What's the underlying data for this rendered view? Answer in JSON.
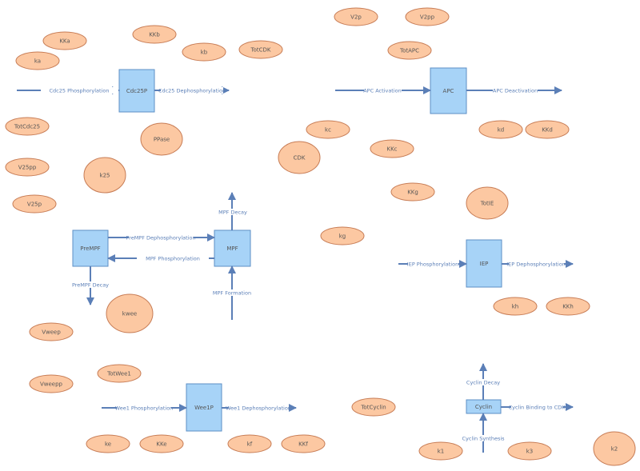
{
  "parameters": {
    "KKa": "KKa",
    "ka": "ka",
    "KKb": "KKb",
    "kb": "kb",
    "TotCDK": "TotCDK",
    "V2p": "V2p",
    "V2pp": "V2pp",
    "TotAPC": "TotAPC",
    "TotCdc25": "TotCdc25",
    "PPase": "PPase",
    "kc": "kc",
    "CDK": "CDK",
    "KKc": "KKc",
    "kd": "kd",
    "KKd": "KKd",
    "V25pp": "V25pp",
    "k25": "k25",
    "V25p": "V25p",
    "KKg": "KKg",
    "TotIE": "TotIE",
    "kg": "kg",
    "kwee": "kwee",
    "kh": "kh",
    "KKh": "KKh",
    "Vweep": "Vweep",
    "TotWee1": "TotWee1",
    "Vweepp": "Vweepp",
    "TotCyclin": "TotCyclin",
    "ke": "ke",
    "KKe": "KKe",
    "kf": "kf",
    "KKf": "KKf",
    "k1": "k1",
    "k3": "k3",
    "k2": "k2"
  },
  "species": {
    "Cdc25P": "Cdc25P",
    "APC": "APC",
    "PreMPF": "PreMPF",
    "MPF": "MPF",
    "IEP": "IEP",
    "Wee1P": "Wee1P",
    "Cyclin": "Cyclin"
  },
  "reactions": {
    "cdc25_phos": "Cdc25 Phosphorylation",
    "cdc25_dephos": "Cdc25 Dephosphorylation",
    "apc_act": "APC Activation",
    "apc_deact": "APC Deactivation",
    "mpf_decay": "MPF Decay",
    "prempf_dephos": "PreMPF Dephosphorylation",
    "mpf_phos": "MPF Phosphorylation",
    "prempf_decay": "PreMPF Decay",
    "mpf_formation": "MPF Formation",
    "iep_phos": "IEP Phosphorylation",
    "iep_dephos": "IEP Dephosphorylation",
    "wee1_phos": "Wee1 Phosphorylation",
    "wee1_dephos": "Wee1 Dephosphorylation",
    "cyclin_decay": "Cyclin Decay",
    "cyclin_binding": "Cyclin Binding to CDK",
    "cyclin_synthesis": "Cyclin Synthesis"
  },
  "colors": {
    "parameter_fill": "#fcc8a2",
    "species_fill": "#a7d3f7",
    "arrow": "#5b7fb7"
  }
}
